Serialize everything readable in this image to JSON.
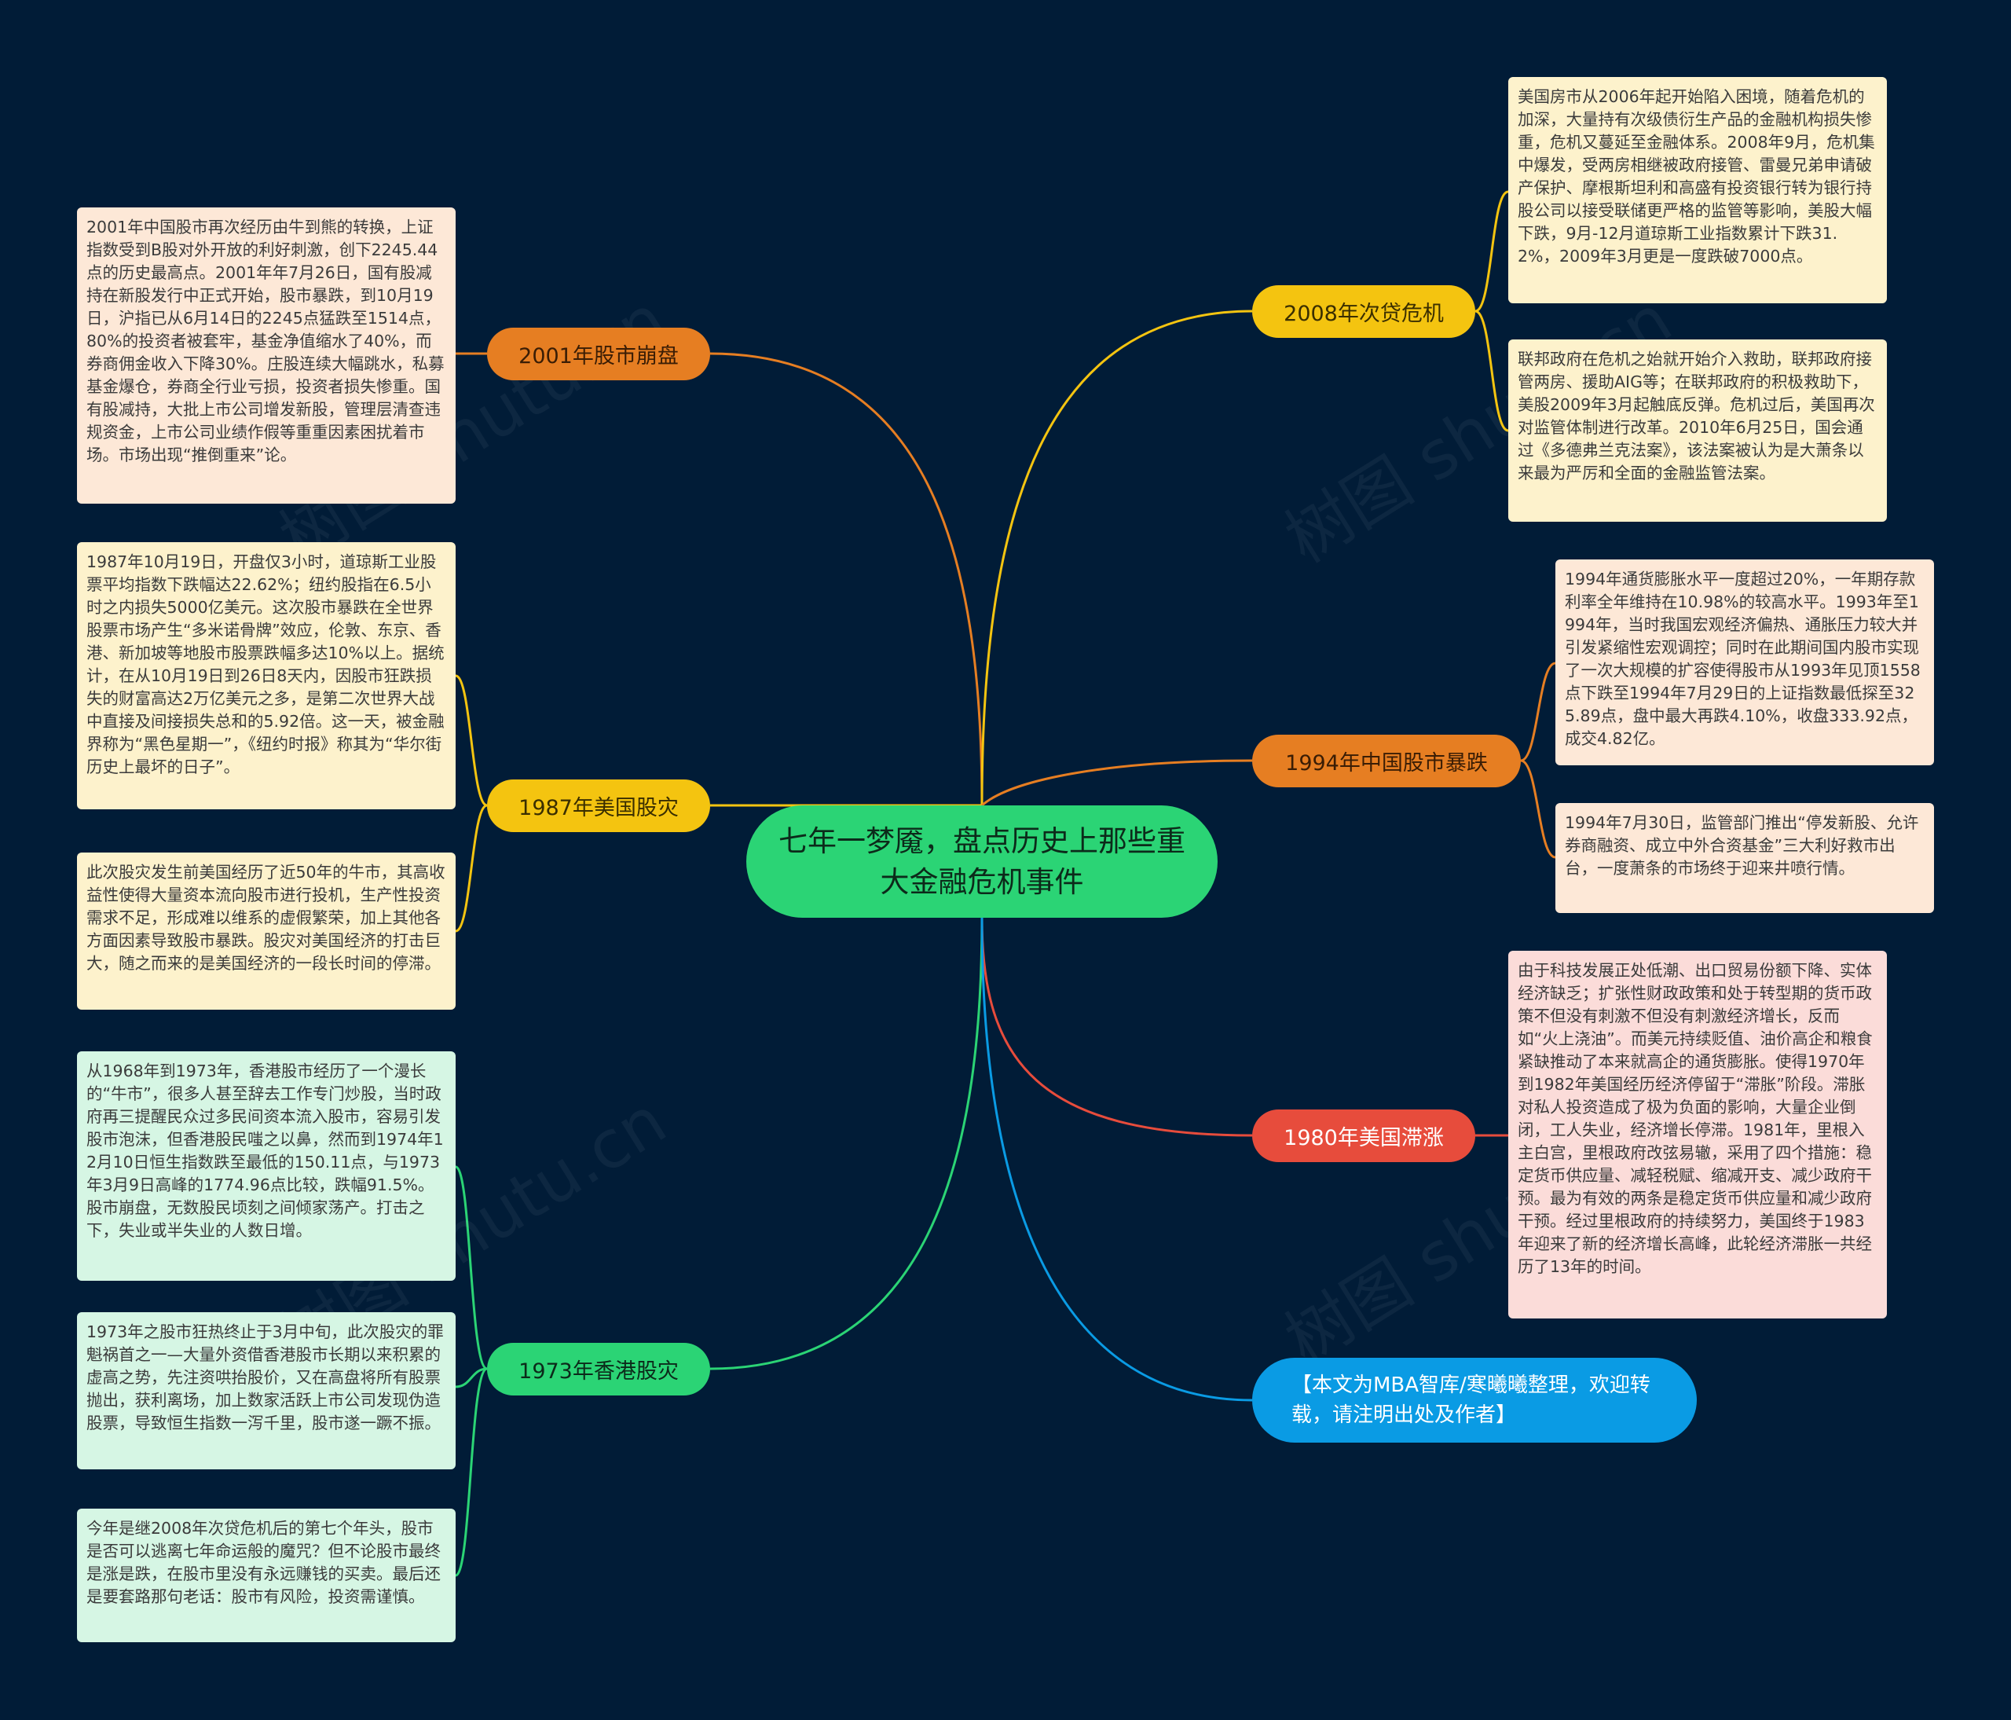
{
  "center": {
    "title": "七年一梦魇，盘点历史上那些重大金融危机事件"
  },
  "colors": {
    "background": "#011c37",
    "center": "#2bd475",
    "branch_2001": "#e67e22",
    "branch_1987": "#f4c410",
    "branch_1973": "#2bd475",
    "branch_2008": "#f4c410",
    "branch_1994": "#e67e22",
    "branch_1980": "#e74c3c",
    "note": "#0a9be4"
  },
  "branches": {
    "b2001": {
      "label": "2001年股市崩盘",
      "leaves": [
        "2001年中国股市再次经历由牛到熊的转换，上证指数受到B股对外开放的利好刺激，创下2245.44点的历史最高点。2001年年7月26日，国有股减持在新股发行中正式开始，股市暴跌，到10月19日，沪指已从6月14日的2245点猛跌至1514点，80%的投资者被套牢，基金净值缩水了40%，而券商佣金收入下降30%。庄股连续大幅跳水，私募基金爆仓，券商全行业亏损，投资者损失惨重。国有股减持，大批上市公司增发新股，管理层清查违规资金，上市公司业绩作假等重重因素困扰着市场。市场出现“推倒重来”论。"
      ]
    },
    "b1987": {
      "label": "1987年美国股灾",
      "leaves": [
        "1987年10月19日，开盘仅3小时，道琼斯工业股票平均指数下跌幅达22.62%；纽约股指在6.5小时之内损失5000亿美元。这次股市暴跌在全世界股票市场产生“多米诺骨牌”效应，伦敦、东京、香港、新加坡等地股市股票跌幅多达10%以上。据统计，在从10月19日到26日8天内，因股市狂跌损失的财富高达2万亿美元之多，是第二次世界大战中直接及间接损失总和的5.92倍。这一天，被金融界称为“黑色星期一”，《纽约时报》称其为“华尔街历史上最坏的日子”。",
        "此次股灾发生前美国经历了近50年的牛市，其高收益性使得大量资本流向股市进行投机，生产性投资需求不足，形成难以维系的虚假繁荣，加上其他各方面因素导致股市暴跌。股灾对美国经济的打击巨大，随之而来的是美国经济的一段长时间的停滞。"
      ]
    },
    "b1973": {
      "label": "1973年香港股灾",
      "leaves": [
        "从1968年到1973年，香港股市经历了一个漫长的“牛市”，很多人甚至辞去工作专门炒股，当时政府再三提醒民众过多民间资本流入股市，容易引发股市泡沫，但香港股民嗤之以鼻，然而到1974年12月10日恒生指数跌至最低的150.11点，与1973年3月9日高峰的1774.96点比较，跌幅91.5%。股市崩盘，无数股民顷刻之间倾家荡产。打击之下，失业或半失业的人数日增。",
        "1973年之股市狂热终止于3月中旬，此次股灾的罪魁祸首之一—大量外资借香港股市长期以来积累的虚高之势，先注资哄抬股价，又在高盘将所有股票抛出，获利离场，加上数家活跃上市公司发现伪造股票，导致恒生指数一泻千里，股市遂一蹶不振。",
        "今年是继2008年次贷危机后的第七个年头，股市是否可以逃离七年命运般的魔咒？但不论股市最终是涨是跌，在股市里没有永远赚钱的买卖。最后还是要套路那句老话：股市有风险，投资需谨慎。"
      ]
    },
    "b2008": {
      "label": "2008年次贷危机",
      "leaves": [
        "美国房市从2006年起开始陷入困境，随着危机的加深，大量持有次级债衍生产品的金融机构损失惨重，危机又蔓延至金融体系。2008年9月，危机集中爆发，受两房相继被政府接管、雷曼兄弟申请破产保护、摩根斯坦利和高盛有投资银行转为银行持股公司以接受联储更严格的监管等影响，美股大幅下跌，9月-12月道琼斯工业指数累计下跌31.2%，2009年3月更是一度跌破7000点。",
        "联邦政府在危机之始就开始介入救助，联邦政府接管两房、援助AIG等；在联邦政府的积极救助下，美股2009年3月起触底反弹。危机过后，美国再次对监管体制进行改革。2010年6月25日，国会通过《多德弗兰克法案》，该法案被认为是大萧条以来最为严厉和全面的金融监管法案。"
      ]
    },
    "b1994": {
      "label": "1994年中国股市暴跌",
      "leaves": [
        "1994年通货膨胀水平一度超过20%，一年期存款利率全年维持在10.98%的较高水平。1993年至1994年，当时我国宏观经济偏热、通胀压力较大并引发紧缩性宏观调控；同时在此期间国内股市实现了一次大规模的扩容使得股市从1993年见顶1558点下跌至1994年7月29日的上证指数最低探至325.89点，盘中最大再跌4.10%，收盘333.92点，成交4.82亿。",
        "1994年7月30日，监管部门推出“停发新股、允许券商融资、成立中外合资基金”三大利好救市出台，一度萧条的市场终于迎来井喷行情。"
      ]
    },
    "b1980": {
      "label": "1980年美国滞涨",
      "leaves": [
        "由于科技发展正处低潮、出口贸易份额下降、实体经济缺乏；扩张性财政政策和处于转型期的货币政策不但没有刺激不但没有刺激经济增长，反而如“火上浇油”。而美元持续贬值、油价高企和粮食紧缺推动了本来就高企的通货膨胀。使得1970年到1982年美国经历经济停留于“滞胀”阶段。滞胀对私人投资造成了极为负面的影响，大量企业倒闭，工人失业，经济增长停滞。1981年，里根入主白宫，里根政府改弦易辙，采用了四个措施：稳定货币供应量、减轻税赋、缩减开支、减少政府干预。最为有效的两条是稳定货币供应量和减少政府干预。经过里根政府的持续努力，美国终于1983年迎来了新的经济增长高峰，此轮经济滞胀一共经历了13年的时间。"
      ]
    }
  },
  "note": {
    "text": "【本文为MBA智库/寒曦曦整理，欢迎转载，请注明出处及作者】"
  },
  "watermark": "树图 shutu.cn"
}
